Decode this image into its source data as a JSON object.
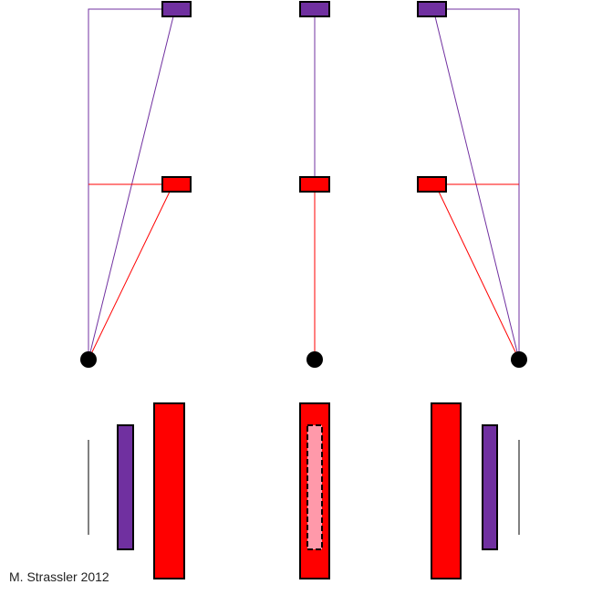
{
  "credit": "M. Strassler 2012",
  "colors": {
    "purple": "#7030a0",
    "red": "#ff0000",
    "pink": "#ff99aa",
    "dot": "#000000",
    "outline": "#000000",
    "background": "#ffffff"
  },
  "bar_chart": {
    "note": "Bottom bars: heights encode relative magnitude",
    "groups": [
      {
        "name": "left",
        "bars": [
          "purple",
          "red"
        ]
      },
      {
        "name": "center",
        "bars": [
          "red",
          "pink-dashed"
        ]
      },
      {
        "name": "right",
        "bars": [
          "red",
          "purple"
        ]
      }
    ]
  }
}
